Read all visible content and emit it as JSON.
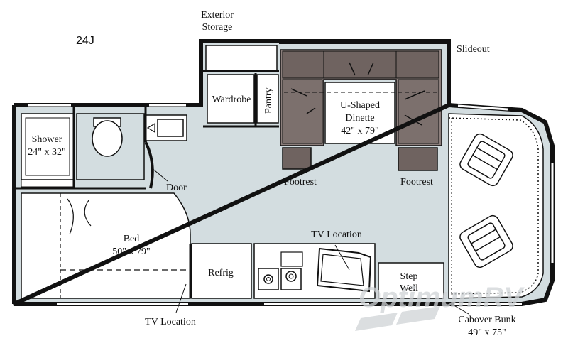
{
  "model": "24J",
  "labels": {
    "exterior_storage_1": "Exterior",
    "exterior_storage_2": "Storage",
    "slideout": "Slideout",
    "wardrobe": "Wardrobe",
    "pantry": "Pantry",
    "dinette_1": "U-Shaped",
    "dinette_2": "Dinette",
    "dinette_3": "42\" x 79\"",
    "shower_1": "Shower",
    "shower_2": "24\" x 32\"",
    "door": "Door",
    "footrest_left": "Footrest",
    "footrest_right": "Footrest",
    "bed_1": "Bed",
    "bed_2": "50\" x 79\"",
    "tv_location_top": "TV Location",
    "refrig": "Refrig",
    "step_well_1": "Step",
    "step_well_2": "Well",
    "tv_location_bottom": "TV Location",
    "cabover_1": "Cabover Bunk",
    "cabover_2": "49\" x 75\""
  },
  "watermark": "OptimumRV",
  "colors": {
    "floor": "#d3dde0",
    "wall": "#111111",
    "dinette": "#8c7f7c",
    "dinette_dark": "#6f6360",
    "cabinet": "#ffffff"
  }
}
